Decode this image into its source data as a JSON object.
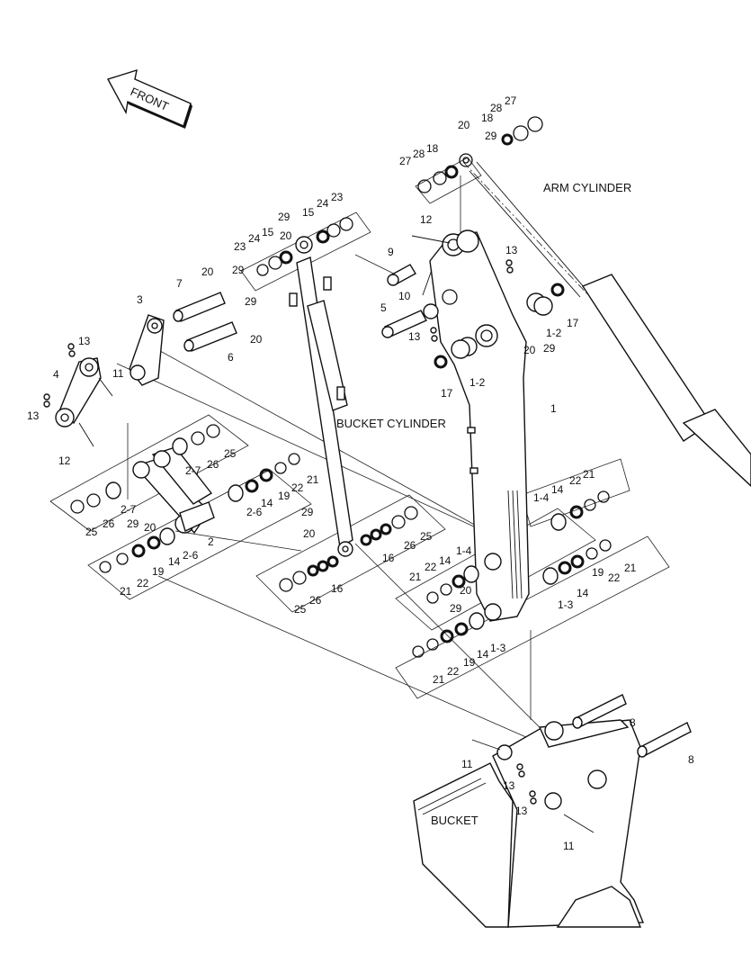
{
  "labels": {
    "front": "FRONT",
    "arm_cylinder": "ARM CYLINDER",
    "bucket_cylinder": "BUCKET CYLINDER",
    "bucket": "BUCKET"
  },
  "callouts": [
    {
      "id": "c1",
      "text": "27"
    },
    {
      "id": "c2",
      "text": "28"
    },
    {
      "id": "c3",
      "text": "18"
    },
    {
      "id": "c4",
      "text": "20"
    },
    {
      "id": "c5",
      "text": "29"
    },
    {
      "id": "c6",
      "text": "27"
    },
    {
      "id": "c7",
      "text": "28"
    },
    {
      "id": "c8",
      "text": "18"
    },
    {
      "id": "c9",
      "text": "29"
    },
    {
      "id": "c10",
      "text": "15"
    },
    {
      "id": "c11",
      "text": "24"
    },
    {
      "id": "c12",
      "text": "23"
    },
    {
      "id": "c13",
      "text": "20"
    },
    {
      "id": "c14",
      "text": "23"
    },
    {
      "id": "c15",
      "text": "24"
    },
    {
      "id": "c16",
      "text": "15"
    },
    {
      "id": "c17",
      "text": "12"
    },
    {
      "id": "c18",
      "text": "13"
    },
    {
      "id": "c19",
      "text": "9"
    },
    {
      "id": "c20",
      "text": "10"
    },
    {
      "id": "c21",
      "text": "7"
    },
    {
      "id": "c22",
      "text": "20"
    },
    {
      "id": "c23",
      "text": "29"
    },
    {
      "id": "c24",
      "text": "3"
    },
    {
      "id": "c25",
      "text": "29"
    },
    {
      "id": "c26",
      "text": "20"
    },
    {
      "id": "c27",
      "text": "6"
    },
    {
      "id": "c28",
      "text": "5"
    },
    {
      "id": "c29",
      "text": "13"
    },
    {
      "id": "c30",
      "text": "13"
    },
    {
      "id": "c31",
      "text": "4"
    },
    {
      "id": "c32",
      "text": "11"
    },
    {
      "id": "c33",
      "text": "13"
    },
    {
      "id": "c34",
      "text": "12"
    },
    {
      "id": "c35",
      "text": "17"
    },
    {
      "id": "c36",
      "text": "1-2"
    },
    {
      "id": "c37",
      "text": "20"
    },
    {
      "id": "c38",
      "text": "29"
    },
    {
      "id": "c39",
      "text": "17"
    },
    {
      "id": "c40",
      "text": "1-2"
    },
    {
      "id": "c41",
      "text": "1"
    },
    {
      "id": "c42",
      "text": "25"
    },
    {
      "id": "c43",
      "text": "26"
    },
    {
      "id": "c44",
      "text": "2-7"
    },
    {
      "id": "c45",
      "text": "21"
    },
    {
      "id": "c46",
      "text": "22"
    },
    {
      "id": "c47",
      "text": "19"
    },
    {
      "id": "c48",
      "text": "14"
    },
    {
      "id": "c49",
      "text": "2-6"
    },
    {
      "id": "c50",
      "text": "2-7"
    },
    {
      "id": "c51",
      "text": "29"
    },
    {
      "id": "c52",
      "text": "20"
    },
    {
      "id": "c53",
      "text": "26"
    },
    {
      "id": "c54",
      "text": "25"
    },
    {
      "id": "c55",
      "text": "2"
    },
    {
      "id": "c56",
      "text": "2-6"
    },
    {
      "id": "c57",
      "text": "14"
    },
    {
      "id": "c58",
      "text": "19"
    },
    {
      "id": "c59",
      "text": "22"
    },
    {
      "id": "c60",
      "text": "21"
    },
    {
      "id": "c61",
      "text": "29"
    },
    {
      "id": "c62",
      "text": "20"
    },
    {
      "id": "c63",
      "text": "25"
    },
    {
      "id": "c64",
      "text": "26"
    },
    {
      "id": "c65",
      "text": "16"
    },
    {
      "id": "c66",
      "text": "25"
    },
    {
      "id": "c67",
      "text": "26"
    },
    {
      "id": "c68",
      "text": "16"
    },
    {
      "id": "c69",
      "text": "21"
    },
    {
      "id": "c70",
      "text": "22"
    },
    {
      "id": "c71",
      "text": "1-4"
    },
    {
      "id": "c72",
      "text": "14"
    },
    {
      "id": "c73",
      "text": "1-4"
    },
    {
      "id": "c74",
      "text": "14"
    },
    {
      "id": "c75",
      "text": "22"
    },
    {
      "id": "c76",
      "text": "21"
    },
    {
      "id": "c77",
      "text": "19"
    },
    {
      "id": "c78",
      "text": "22"
    },
    {
      "id": "c79",
      "text": "21"
    },
    {
      "id": "c80",
      "text": "1-3"
    },
    {
      "id": "c81",
      "text": "14"
    },
    {
      "id": "c82",
      "text": "20"
    },
    {
      "id": "c83",
      "text": "29"
    },
    {
      "id": "c84",
      "text": "1-3"
    },
    {
      "id": "c85",
      "text": "14"
    },
    {
      "id": "c86",
      "text": "19"
    },
    {
      "id": "c87",
      "text": "22"
    },
    {
      "id": "c88",
      "text": "21"
    },
    {
      "id": "c89",
      "text": "8"
    },
    {
      "id": "c90",
      "text": "8"
    },
    {
      "id": "c91",
      "text": "11"
    },
    {
      "id": "c92",
      "text": "13"
    },
    {
      "id": "c93",
      "text": "13"
    },
    {
      "id": "c94",
      "text": "11"
    }
  ]
}
